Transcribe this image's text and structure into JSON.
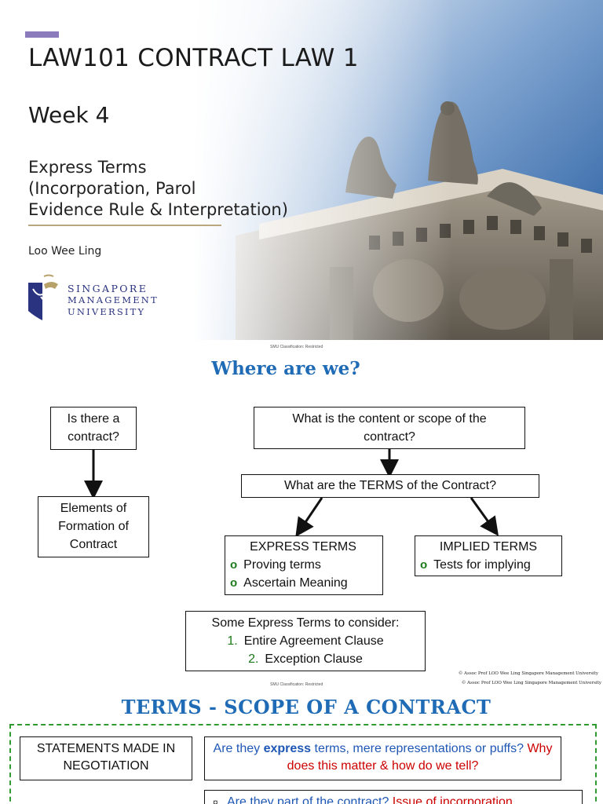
{
  "slide1": {
    "title": "LAW101 CONTRACT LAW 1",
    "week": "Week 4",
    "subtitle_lines": [
      "Express Terms",
      "(Incorporation, Parol",
      "Evidence Rule & Interpretation)"
    ],
    "author": "Loo Wee Ling",
    "logo_lines": [
      "SINGAPORE",
      "MANAGEMENT",
      "UNIVERSITY"
    ],
    "classification": "SMU Classification: Restricted",
    "colors": {
      "accent_bar": "#8b7bbd",
      "logo_blue": "#2a3380",
      "sky": "#4f7fb8"
    }
  },
  "slide2": {
    "title": "Where are we?",
    "box_contract": "Is there a contract?",
    "box_elements": "Elements of Formation of Contract",
    "box_scope": "What is the content or scope of the contract?",
    "box_terms": "What are the TERMS of the Contract?",
    "express": {
      "heading": "EXPRESS TERMS",
      "bullet": "o",
      "items": [
        "Proving terms",
        "Ascertain Meaning"
      ]
    },
    "implied": {
      "heading": "IMPLIED TERMS",
      "bullet": "o",
      "items": [
        "Tests for implying"
      ]
    },
    "consider": {
      "heading": "Some Express Terms to consider:",
      "items": [
        {
          "num": "1.",
          "text": "Entire Agreement Clause"
        },
        {
          "num": "2.",
          "text": "Exception Clause"
        }
      ]
    },
    "copyright": "© Assoc Prof LOO Wee Ling Singapore Management University",
    "classification": "SMU Classification: Restricted",
    "colors": {
      "title_blue": "#1f6bb5",
      "bullet_green": "#1c7a1c"
    }
  },
  "slide3": {
    "title": "TERMS - SCOPE OF A CONTRACT",
    "statements": "STATEMENTS MADE IN NEGOTIATION",
    "q1": {
      "prefix": "Are they ",
      "bold": "express",
      "middle": " terms, mere representations or puffs? ",
      "red": "Why does this matter & how do we tell?"
    },
    "q2": {
      "marker": "¤",
      "blue": "Are they part of the contract? ",
      "red": "Issue of incorporation"
    },
    "colors": {
      "title_blue": "#1f6bb5",
      "dash_green": "#2f9a2f",
      "text_blue": "#1f57b5",
      "text_red": "#cc0000"
    }
  }
}
